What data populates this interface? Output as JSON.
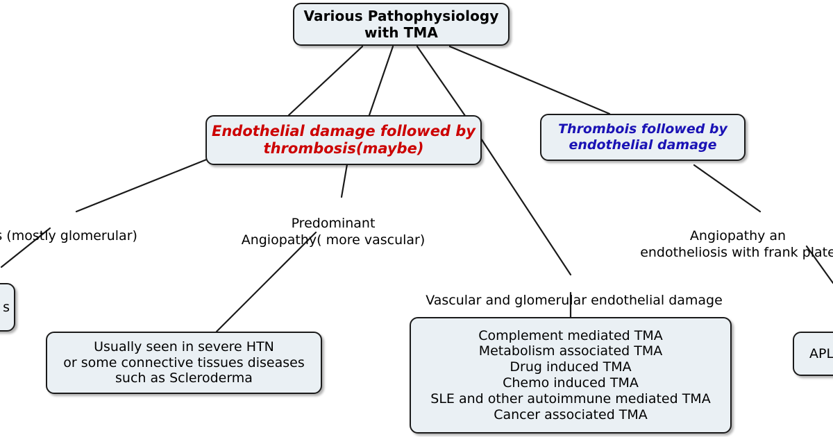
{
  "diagram": {
    "title": "Various Pathophysiology with TMA",
    "background_color": "#ffffff",
    "node_fill_color": "#eaf0f4",
    "node_border_color": "#1a1a1a",
    "accent_red": "#cc0000",
    "accent_blue": "#1a12b5"
  },
  "nodes": {
    "root": {
      "text": "Various Pathophysiology\nwith TMA"
    },
    "endothelial_first": {
      "text": "Endothelial damage followed by\nthrombosis(maybe)"
    },
    "thrombosis_first": {
      "text": "Thrombois followed by\nendothelial damage"
    },
    "left_clipped": {
      "text": "s"
    },
    "htn_box": {
      "text": "Usually seen in severe HTN\nor some connective tissues diseases\nsuch as Scleroderma"
    },
    "tma_list_box": {
      "text": "Complement mediated TMA\nMetabolism associated TMA\nDrug induced TMA\nChemo induced TMA\nSLE and other autoimmune mediated TMA\nCancer associated TMA"
    },
    "apla_box": {
      "text": "APLA"
    }
  },
  "edge_labels": {
    "endotheliosis_glomerular": "liosis (mostly glomerular)",
    "predominant_angiopathy": "Predominant\nAngiopathy( more vascular)",
    "vascular_glomerular_damage": "Vascular and glomerular endothelial damage",
    "angiopathy_endotheliosis_platelet": "Angiopathy an\nendotheliosis with frank plate"
  }
}
